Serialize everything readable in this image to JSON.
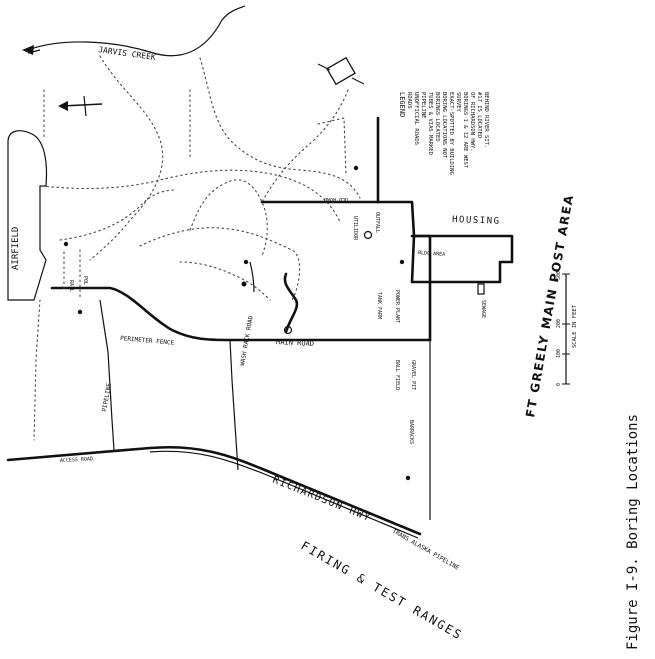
{
  "caption": "Figure I-9.  Boring Locations",
  "title": "FT GREELY MAIN POST AREA",
  "scale": {
    "label": "SCALE IN FEET",
    "ticks": [
      "0",
      "100",
      "200",
      "500"
    ]
  },
  "legend": {
    "heading": "LEGEND",
    "lines": [
      "ROADS",
      "UNOFFICIAL ROADS",
      "PIPELINE",
      "TUBES & VIAS MARKED",
      "BORINGS LOCATED",
      "BORING LOCATIONS NOT",
      "EXACT-SPOTTED BY BUILDING",
      "SURVEY",
      "BORINGS 1 & 12 ARE WEST",
      "OF RICHARDSON HWY.",
      "#17 IS LOCATED",
      "BEHIND RIVER SIT."
    ]
  },
  "labels": {
    "airfield": "AIRFIELD",
    "jarvis_creek": "JARVIS CREEK",
    "richardson_hwy": "RICHARDSON HWY",
    "firing_ranges": "FIRING & TEST RANGES",
    "firing_ranges_sub": "TRANS ALASKA PIPELINE",
    "barracks_label": "BARRACKS",
    "housing": "HOUSING",
    "main_road": "MAIN ROAD",
    "wash_rack": "WASH RACK ROAD",
    "bldg_area": "BLDG AREA",
    "perimeter": "PERIMETER FENCE",
    "fuel": "POL",
    "tank_farm": "TANK FARM",
    "gravel_pit": "GRAVEL PIT",
    "ball_field": "BALL FIELD",
    "sewage": "SEWAGE",
    "power_plant": "POWER PLANT",
    "utilidor": "UTILIDOR",
    "rail": "RAIL",
    "outfall": "OUTFALL",
    "access_road": "ACCESS ROAD",
    "old_road": "OLD ROAD",
    "pipeline": "PIPELINE",
    "north_arrow": "N"
  },
  "colors": {
    "ink": "#111111",
    "paper": "#ffffff"
  }
}
